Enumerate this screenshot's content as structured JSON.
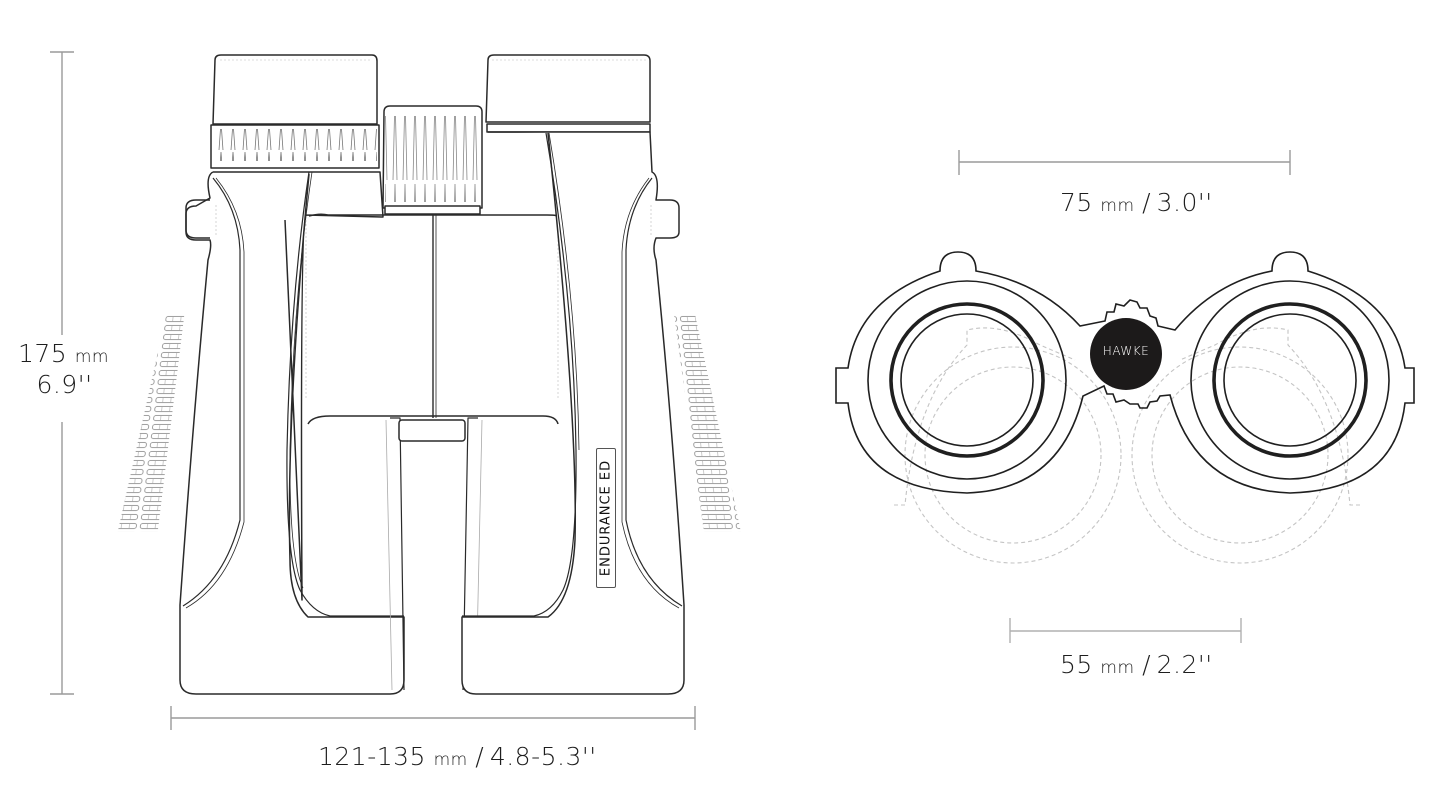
{
  "diagram": {
    "subject": "binoculars",
    "views": [
      "front-view",
      "eyepiece-end-view"
    ]
  },
  "product": {
    "model_badge": "ENDURANCE ED",
    "brand_logo": "HAWKE"
  },
  "dimensions": {
    "height": {
      "value": "175",
      "unit": "mm",
      "imperial": "6.9''"
    },
    "width": {
      "value": "121-135",
      "unit": "mm",
      "separator": "/",
      "imperial": "4.8-5.3''"
    },
    "objective_spacing": {
      "value": "75",
      "unit": "mm",
      "separator": "/",
      "imperial": "3.0''"
    },
    "min_ipd": {
      "value": "55",
      "unit": "mm",
      "separator": "/",
      "imperial": "2.2''"
    }
  },
  "colors": {
    "outline": "#2a2a2a",
    "dimension_line": "#9a9a9a",
    "dashed_line": "#c4c4c4",
    "logo_fill": "#1c1a1a"
  }
}
